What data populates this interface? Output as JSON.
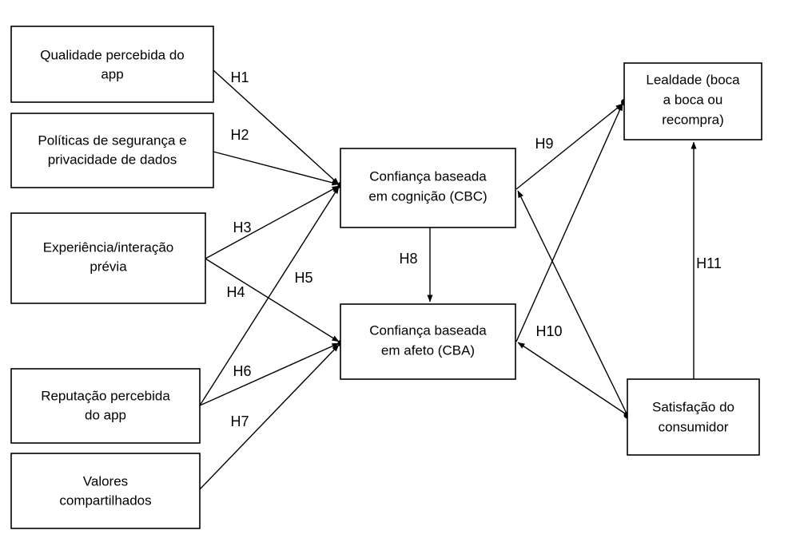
{
  "diagram": {
    "type": "conceptual-research-model",
    "background": "#ffffff",
    "line_color": "#000000",
    "text_color": "#000000",
    "nodes": [
      {
        "id": "qualidade",
        "lines": [
          "Qualidade percebida do",
          "app"
        ]
      },
      {
        "id": "politicas",
        "lines": [
          "Políticas de segurança e",
          "privacidade de dados"
        ]
      },
      {
        "id": "experiencia",
        "lines": [
          "Experiência/interação",
          "prévia"
        ]
      },
      {
        "id": "reputacao",
        "lines": [
          "Reputação percebida",
          "do app"
        ]
      },
      {
        "id": "valores",
        "lines": [
          "Valores",
          "compartilhados"
        ]
      },
      {
        "id": "cbc",
        "lines": [
          "Confiança baseada",
          "em cognição (CBC)"
        ]
      },
      {
        "id": "cba",
        "lines": [
          "Confiança baseada",
          "em afeto (CBA)"
        ]
      },
      {
        "id": "lealdade",
        "lines": [
          "Lealdade (boca",
          "a boca ou",
          "recompra)"
        ]
      },
      {
        "id": "satisfacao",
        "lines": [
          "Satisfação do",
          "consumidor"
        ]
      }
    ],
    "edges": [
      {
        "id": "h1",
        "label": "H1",
        "from": "qualidade",
        "to": "cbc"
      },
      {
        "id": "h2",
        "label": "H2",
        "from": "politicas",
        "to": "cbc"
      },
      {
        "id": "h3",
        "label": "H3",
        "from": "experiencia",
        "to": "cbc"
      },
      {
        "id": "h4",
        "label": "H4",
        "from": "experiencia",
        "to": "cba"
      },
      {
        "id": "h5",
        "label": "H5",
        "from": "reputacao",
        "to": "cbc"
      },
      {
        "id": "h6",
        "label": "H6",
        "from": "reputacao",
        "to": "cba"
      },
      {
        "id": "h7",
        "label": "H7",
        "from": "valores",
        "to": "cba"
      },
      {
        "id": "h8",
        "label": "H8",
        "from": "cbc",
        "to": "cba"
      },
      {
        "id": "h9",
        "label": "H9",
        "from": "cbc",
        "to": "lealdade"
      },
      {
        "id": "h10",
        "label": "H10",
        "from": "satisfacao",
        "to": "cba"
      },
      {
        "id": "h11",
        "label": "H11",
        "from": "satisfacao",
        "to": "lealdade"
      },
      {
        "id": "e12",
        "label": "",
        "from": "cba",
        "to": "lealdade"
      },
      {
        "id": "e13",
        "label": "",
        "from": "satisfacao",
        "to": "cbc"
      }
    ]
  }
}
